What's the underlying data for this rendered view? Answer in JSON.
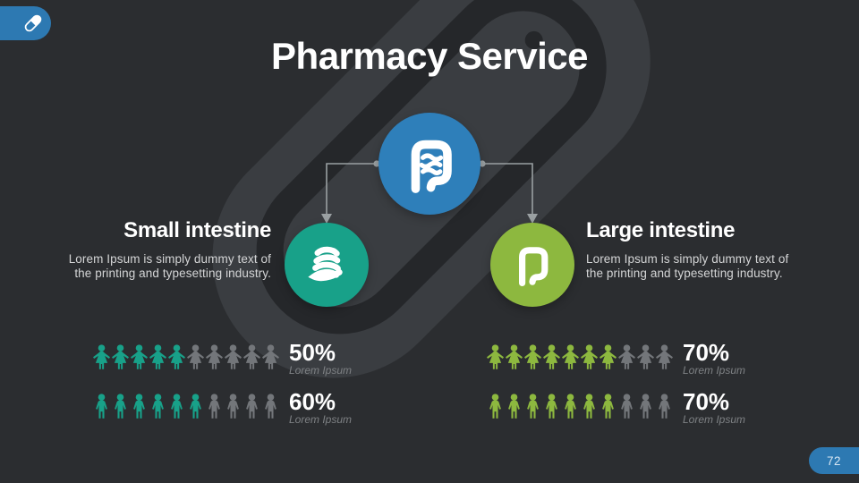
{
  "slide": {
    "title": "Pharmacy Service",
    "page_number": "72",
    "colors": {
      "background": "#2b2d30",
      "watermark": "#3a3d41",
      "watermark_shadow": "#25272a",
      "accent_blue": "#2e7fba",
      "accent_teal": "#18a189",
      "accent_olive": "#8db83f",
      "icon_gray": "#73767a",
      "connector_gray": "#9aa0a2"
    }
  },
  "diagram": {
    "root": {
      "icon": "intestines-icon",
      "color": "#2e7fba"
    },
    "left_child": {
      "icon": "small-intestine-icon",
      "color": "#18a189"
    },
    "right_child": {
      "icon": "large-intestine-icon",
      "color": "#8db83f"
    }
  },
  "left_section": {
    "heading": "Small intestine",
    "body": "Lorem Ipsum is simply dummy text of the printing and typesetting industry.",
    "stats": [
      {
        "percent": "50%",
        "caption": "Lorem Ipsum",
        "icon": "female",
        "filled": 5,
        "total": 10,
        "filled_color": "#18a189"
      },
      {
        "percent": "60%",
        "caption": "Lorem Ipsum",
        "icon": "male",
        "filled": 6,
        "total": 10,
        "filled_color": "#18a189"
      }
    ]
  },
  "right_section": {
    "heading": "Large intestine",
    "body": "Lorem Ipsum is simply dummy text of the printing and typesetting industry.",
    "stats": [
      {
        "percent": "70%",
        "caption": "Lorem Ipsum",
        "icon": "female",
        "filled": 7,
        "total": 10,
        "filled_color": "#8db83f"
      },
      {
        "percent": "70%",
        "caption": "Lorem Ipsum",
        "icon": "male",
        "filled": 7,
        "total": 10,
        "filled_color": "#8db83f"
      }
    ]
  }
}
